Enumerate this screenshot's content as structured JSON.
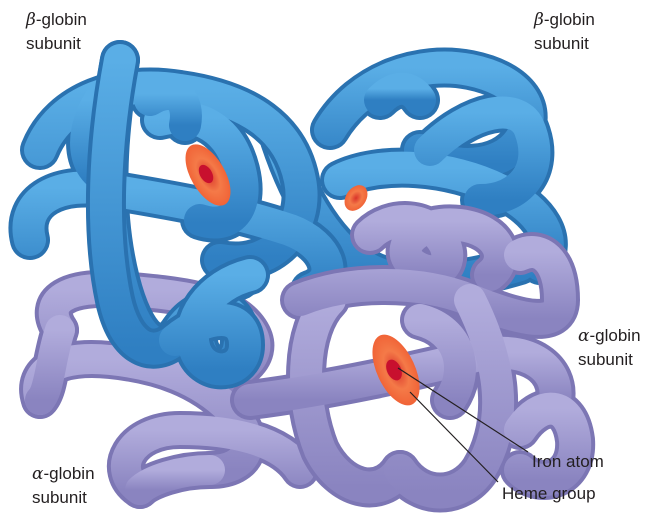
{
  "labels": {
    "beta_left": {
      "symbol": "β",
      "line1": "-globin",
      "line2": "subunit"
    },
    "beta_right": {
      "symbol": "β",
      "line1": "-globin",
      "line2": "subunit"
    },
    "alpha_right": {
      "symbol": "α",
      "line1": "-globin",
      "line2": "subunit"
    },
    "alpha_left": {
      "symbol": "α",
      "line1": "-globin",
      "line2": "subunit"
    }
  },
  "callouts": {
    "iron": "Iron atom",
    "heme": "Heme group"
  },
  "colors": {
    "beta_subunit": "#3a91d4",
    "alpha_subunit": "#9d98cf",
    "heme": "#f0643c",
    "iron": "#c8102e"
  }
}
